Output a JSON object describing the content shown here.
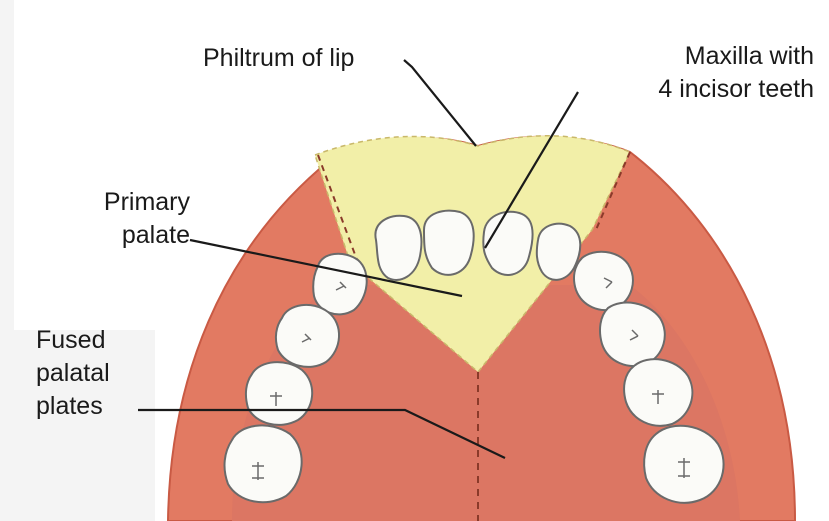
{
  "colors": {
    "background": "#f4f4f4",
    "white_panel": "#ffffff",
    "gum": "#e27a62",
    "gum_edge": "#c95a44",
    "palate_center": "#dc7663",
    "primary_palate": "#f2efa8",
    "tooth": "#fbfbf8",
    "tooth_outline": "#6a6a6a",
    "leader_line": "#1a1a1a",
    "suture": "#8a3a2a"
  },
  "labels": {
    "philtrum": "Philtrum of lip",
    "maxilla_line1": "Maxilla with",
    "maxilla_line2": "4 incisor teeth",
    "primary_line1": "Primary",
    "primary_line2": "palate",
    "fused_line1": "Fused",
    "fused_line2": "palatal",
    "fused_line3": "plates"
  },
  "icons": {
    "tooth": "molar-tooth-shape",
    "incisor": "incisor-tooth-shape"
  }
}
